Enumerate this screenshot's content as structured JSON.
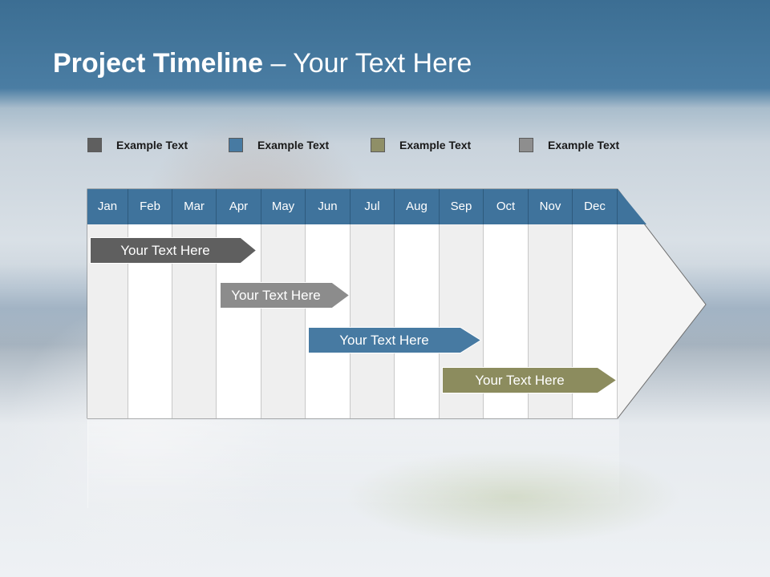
{
  "title": {
    "bold": "Project Timeline",
    "separator": " – ",
    "rest": "Your Text Here"
  },
  "colors": {
    "header": "#3f739c",
    "dark_gray": "#5f5f5f",
    "blue": "#477aa2",
    "olive": "#8c8c5e",
    "light_gray": "#8c8c8c"
  },
  "legend": [
    {
      "label": "Example Text",
      "color": "#5f5f5f"
    },
    {
      "label": "Example Text",
      "color": "#477aa2"
    },
    {
      "label": "Example Text",
      "color": "#8f8f67"
    },
    {
      "label": "Example Text",
      "color": "#8e8e8e"
    }
  ],
  "months": [
    "Jan",
    "Feb",
    "Mar",
    "Apr",
    "May",
    "Jun",
    "Jul",
    "Aug",
    "Sep",
    "Oct",
    "Nov",
    "Dec"
  ],
  "tasks": [
    {
      "label": "Your  Text Here",
      "color": "#5f5f5f",
      "start_month": "Jan",
      "end_month": "Apr"
    },
    {
      "label": "Your  Text Here",
      "color": "#8c8c8c",
      "start_month": "Apr",
      "end_month": "Jun"
    },
    {
      "label": "Your  Text Here",
      "color": "#477aa2",
      "start_month": "Jun",
      "end_month": "Sep"
    },
    {
      "label": "Your  Text Here",
      "color": "#8c8c5e",
      "start_month": "Sep",
      "end_month": "Dec"
    }
  ]
}
